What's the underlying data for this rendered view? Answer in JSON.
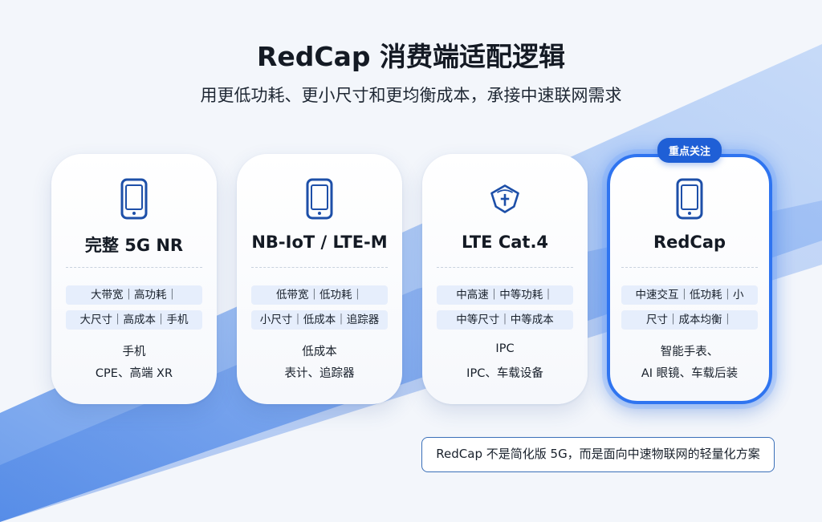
{
  "header": {
    "title": "RedCap 消费端适配逻辑",
    "subtitle": "用更低功耗、更小尺寸和更均衡成本，承接中速联网需求"
  },
  "cards": [
    {
      "icon": "smartphone-icon",
      "title": "完整 5G NR",
      "tags": [
        "大带宽｜高功耗｜",
        "大尺寸｜高成本｜手机"
      ],
      "uses": [
        "手机",
        "CPE、高端 XR"
      ]
    },
    {
      "icon": "smartphone-icon",
      "title": "NB-IoT / LTE-M",
      "tags": [
        "低带宽｜低功耗｜",
        "小尺寸｜低成本｜追踪器"
      ],
      "uses": [
        "低成本",
        "表计、追踪器"
      ]
    },
    {
      "icon": "shield-plus-icon",
      "title": "LTE Cat.4",
      "tags": [
        "中高速｜中等功耗｜",
        "中等尺寸｜中等成本"
      ],
      "uses": [
        "IPC",
        "IPC、车载设备"
      ]
    },
    {
      "icon": "smartphone-icon",
      "badge": "重点关注",
      "title": "RedCap",
      "tags": [
        "中速交互｜低功耗｜小",
        "尺寸｜成本均衡｜"
      ],
      "uses": [
        "智能手表、",
        "AI 眼镜、车载后装"
      ]
    }
  ],
  "note": "RedCap 不是简化版 5G，而是面向中速物联网的轻量化方案",
  "colors": {
    "accent": "#2f74f0",
    "icon_stroke": "#1d4fa8",
    "tag_bg": "#e6eefc",
    "badge_bg": "#1f5fd6",
    "note_border": "#3a6fb8"
  }
}
